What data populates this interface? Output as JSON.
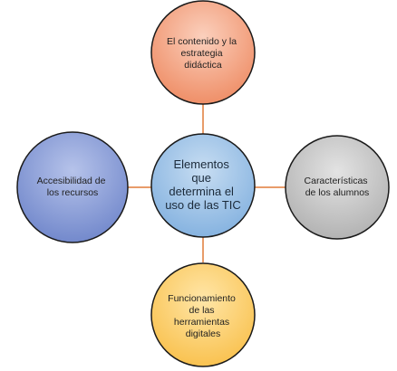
{
  "diagram": {
    "center": {
      "lines": [
        "Elementos",
        "que",
        "determina el",
        "uso de las TIC"
      ],
      "fill": "#9dc3e6"
    },
    "top": {
      "lines": [
        "El contenido y la",
        "estrategia",
        "didáctica"
      ],
      "fill": "#f4a582"
    },
    "left": {
      "lines": [
        "Accesibilidad de",
        "los recursos"
      ],
      "fill": "#8da0cb"
    },
    "right": {
      "lines": [
        "Características",
        "de los alumnos"
      ],
      "fill": "#c8c8c8"
    },
    "bottom": {
      "lines": [
        "Funcionamiento",
        "de las",
        "herramientas",
        "digitales"
      ],
      "fill": "#ffd27a"
    },
    "connector_color": "#e07b39"
  }
}
